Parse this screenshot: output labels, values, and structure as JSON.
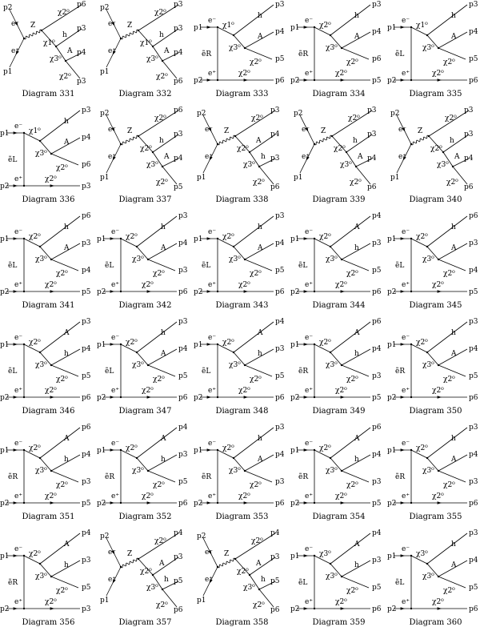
{
  "diagrams": [
    {
      "label": "Diagram 331",
      "topo": "s",
      "fs": [
        "p2",
        "p1",
        "p6",
        "p3",
        "p4",
        "p3"
      ],
      "props": [
        "Z",
        "χ1⁰",
        "χ3⁰",
        "χ2⁰",
        "h",
        "A"
      ],
      "ext": [
        "e⁻",
        "e⁺"
      ]
    },
    {
      "label": "Diagram 332",
      "topo": "s",
      "fs": [
        "p2",
        "p1",
        "p3",
        "p3",
        "p4",
        "p6"
      ],
      "props": [
        "Z",
        "χ1⁰",
        "χ3⁰",
        "χ2⁰",
        "h",
        "A"
      ],
      "ext": [
        "e⁻",
        "e⁺"
      ]
    },
    {
      "label": "Diagram 333",
      "topo": "t",
      "fs": [
        "p1",
        "p2",
        "p3",
        "p4",
        "p5",
        "p6"
      ],
      "props": [
        "ẽR",
        "χ1⁰",
        "χ3⁰",
        "χ2⁰",
        "h",
        "A"
      ],
      "ext": [
        "e⁻",
        "e⁺"
      ]
    },
    {
      "label": "Diagram 334",
      "topo": "t",
      "fs": [
        "p1",
        "p2",
        "p3",
        "p4",
        "p6",
        "p5"
      ],
      "props": [
        "ẽR",
        "χ2⁰",
        "χ3⁰",
        "χ2⁰",
        "h",
        "A"
      ],
      "ext": [
        "e⁻",
        "e⁺"
      ]
    },
    {
      "label": "Diagram 335",
      "topo": "t",
      "fs": [
        "p1",
        "p2",
        "p3",
        "p4",
        "p5",
        "p6"
      ],
      "props": [
        "ẽL",
        "χ1⁰",
        "χ3⁰",
        "χ2⁰",
        "h",
        "A"
      ],
      "ext": [
        "e⁻",
        "e⁺"
      ]
    },
    {
      "label": "Diagram 336",
      "topo": "t",
      "fs": [
        "p1",
        "p2",
        "p3",
        "p4",
        "p6",
        "p3"
      ],
      "props": [
        "ẽL",
        "χ1⁰",
        "χ3⁰",
        "χ2⁰",
        "h",
        "A"
      ],
      "ext": [
        "e⁻",
        "e⁺"
      ]
    },
    {
      "label": "Diagram 337",
      "topo": "s",
      "fs": [
        "p2",
        "p1",
        "p6",
        "p3",
        "p4",
        "p5"
      ],
      "props": [
        "Z",
        "χ2⁰",
        "χ3⁰",
        "χ2⁰",
        "h",
        "A"
      ],
      "ext": [
        "e⁻",
        "e⁺"
      ]
    },
    {
      "label": "Diagram 338",
      "topo": "s",
      "fs": [
        "p2",
        "p1",
        "p3",
        "p4",
        "p3",
        "p6"
      ],
      "props": [
        "Z",
        "χ2⁰",
        "χ3⁰",
        "χ2⁰",
        "A",
        "h"
      ],
      "ext": [
        "e⁻",
        "e⁺"
      ]
    },
    {
      "label": "Diagram 339",
      "topo": "s",
      "fs": [
        "p2",
        "p1",
        "p3",
        "p3",
        "p4",
        "p6"
      ],
      "props": [
        "Z",
        "χ2⁰",
        "χ3⁰",
        "χ2⁰",
        "h",
        "A"
      ],
      "ext": [
        "e⁻",
        "e⁺"
      ]
    },
    {
      "label": "Diagram 340",
      "topo": "s",
      "fs": [
        "p2",
        "p1",
        "p3",
        "p3",
        "p4",
        "p6"
      ],
      "props": [
        "Z",
        "χ2⁰",
        "χ3⁰",
        "χ2⁰",
        "h",
        "A"
      ],
      "ext": [
        "e⁻",
        "e⁺"
      ]
    },
    {
      "label": "Diagram 341",
      "topo": "t",
      "fs": [
        "p1",
        "p2",
        "p6",
        "p3",
        "p4",
        "p5"
      ],
      "props": [
        "ẽL",
        "χ2⁰",
        "χ3⁰",
        "χ2⁰",
        "h",
        "A"
      ],
      "ext": [
        "e⁻",
        "e⁺"
      ]
    },
    {
      "label": "Diagram 342",
      "topo": "t",
      "fs": [
        "p1",
        "p2",
        "p3",
        "p4",
        "p3",
        "p6"
      ],
      "props": [
        "ẽL",
        "χ2⁰",
        "χ3⁰",
        "χ2⁰",
        "h",
        "A"
      ],
      "ext": [
        "e⁻",
        "e⁺"
      ]
    },
    {
      "label": "Diagram 343",
      "topo": "t",
      "fs": [
        "p1",
        "p2",
        "p3",
        "p4",
        "p5",
        "p6"
      ],
      "props": [
        "ẽL",
        "χ2⁰",
        "χ3⁰",
        "χ2⁰",
        "h",
        "A"
      ],
      "ext": [
        "e⁻",
        "e⁺"
      ]
    },
    {
      "label": "Diagram 344",
      "topo": "t",
      "fs": [
        "p1",
        "p2",
        "p4",
        "p3",
        "p5",
        "p6"
      ],
      "props": [
        "ẽL",
        "χ2⁰",
        "χ3⁰",
        "χ2⁰",
        "A",
        "h"
      ],
      "ext": [
        "e⁻",
        "e⁺"
      ]
    },
    {
      "label": "Diagram 345",
      "topo": "t",
      "fs": [
        "p1",
        "p2",
        "p6",
        "p3",
        "p4",
        "p5"
      ],
      "props": [
        "ẽL",
        "χ2⁰",
        "χ3⁰",
        "χ2⁰",
        "h",
        "A"
      ],
      "ext": [
        "e⁻",
        "e⁺"
      ]
    },
    {
      "label": "Diagram 346",
      "topo": "t",
      "fs": [
        "p1",
        "p2",
        "p3",
        "p4",
        "p5",
        "p6"
      ],
      "props": [
        "ẽL",
        "χ2⁰",
        "χ3⁰",
        "χ2⁰",
        "A",
        "h"
      ],
      "ext": [
        "e⁻",
        "e⁺"
      ]
    },
    {
      "label": "Diagram 347",
      "topo": "t",
      "fs": [
        "p1",
        "p2",
        "p3",
        "p4",
        "p5",
        "p6"
      ],
      "props": [
        "ẽL",
        "χ2⁰",
        "χ3⁰",
        "χ2⁰",
        "h",
        "A"
      ],
      "ext": [
        "e⁻",
        "e⁺"
      ]
    },
    {
      "label": "Diagram 348",
      "topo": "t",
      "fs": [
        "p1",
        "p2",
        "p4",
        "p3",
        "p5",
        "p6"
      ],
      "props": [
        "ẽL",
        "χ2⁰",
        "χ3⁰",
        "χ2⁰",
        "A",
        "h"
      ],
      "ext": [
        "e⁻",
        "e⁺"
      ]
    },
    {
      "label": "Diagram 349",
      "topo": "t",
      "fs": [
        "p1",
        "p2",
        "p6",
        "p4",
        "p3",
        "p5"
      ],
      "props": [
        "ẽR",
        "χ2⁰",
        "χ3⁰",
        "χ2⁰",
        "A",
        "h"
      ],
      "ext": [
        "e⁻",
        "e⁺"
      ]
    },
    {
      "label": "Diagram 350",
      "topo": "t",
      "fs": [
        "p1",
        "p2",
        "p3",
        "p4",
        "p5",
        "p6"
      ],
      "props": [
        "ẽR",
        "χ2⁰",
        "χ3⁰",
        "χ2⁰",
        "h",
        "A"
      ],
      "ext": [
        "e⁻",
        "e⁺"
      ]
    },
    {
      "label": "Diagram 351",
      "topo": "t",
      "fs": [
        "p1",
        "p2",
        "p6",
        "p4",
        "p3",
        "p5"
      ],
      "props": [
        "ẽR",
        "χ2⁰",
        "χ3⁰",
        "χ2⁰",
        "A",
        "h"
      ],
      "ext": [
        "e⁻",
        "e⁺"
      ]
    },
    {
      "label": "Diagram 352",
      "topo": "t",
      "fs": [
        "p1",
        "p2",
        "p4",
        "p3",
        "p5",
        "p6"
      ],
      "props": [
        "ẽR",
        "χ2⁰",
        "χ3⁰",
        "χ2⁰",
        "A",
        "h"
      ],
      "ext": [
        "e⁻",
        "e⁺"
      ]
    },
    {
      "label": "Diagram 353",
      "topo": "t",
      "fs": [
        "p1",
        "p2",
        "p3",
        "p4",
        "p3",
        "p6"
      ],
      "props": [
        "ẽR",
        "χ2⁰",
        "χ3⁰",
        "χ2⁰",
        "h",
        "A"
      ],
      "ext": [
        "e⁻",
        "e⁺"
      ]
    },
    {
      "label": "Diagram 354",
      "topo": "t",
      "fs": [
        "p1",
        "p2",
        "p6",
        "p4",
        "p3",
        "p5"
      ],
      "props": [
        "ẽR",
        "χ2⁰",
        "χ3⁰",
        "χ2⁰",
        "A",
        "h"
      ],
      "ext": [
        "e⁻",
        "e⁺"
      ]
    },
    {
      "label": "Diagram 355",
      "topo": "t",
      "fs": [
        "p1",
        "p2",
        "p3",
        "p4",
        "p3",
        "p6"
      ],
      "props": [
        "ẽR",
        "χ2⁰",
        "χ3⁰",
        "χ2⁰",
        "h",
        "A"
      ],
      "ext": [
        "e⁻",
        "e⁺"
      ]
    },
    {
      "label": "Diagram 356",
      "topo": "t",
      "fs": [
        "p1",
        "p2",
        "p4",
        "p3",
        "p5",
        "p3"
      ],
      "props": [
        "ẽR",
        "χ2⁰",
        "χ3⁰",
        "χ2⁰",
        "A",
        "h"
      ],
      "ext": [
        "e⁻",
        "e⁺"
      ]
    },
    {
      "label": "Diagram 357",
      "topo": "s",
      "fs": [
        "p2",
        "p1",
        "p4",
        "p3",
        "p5",
        "p6"
      ],
      "props": [
        "Z",
        "χ2⁰",
        "χ3⁰",
        "χ2⁰",
        "A",
        "h"
      ],
      "ext": [
        "e⁻",
        "e⁺"
      ]
    },
    {
      "label": "Diagram 358",
      "topo": "s",
      "fs": [
        "p2",
        "p1",
        "p4",
        "p3",
        "p5",
        "p6"
      ],
      "props": [
        "Z",
        "χ2⁰",
        "χ3⁰",
        "χ2⁰",
        "A",
        "h"
      ],
      "ext": [
        "e⁻",
        "e⁺"
      ]
    },
    {
      "label": "Diagram 359",
      "topo": "t",
      "fs": [
        "p1",
        "p2",
        "p4",
        "p3",
        "p5",
        "p6"
      ],
      "props": [
        "ẽL",
        "χ3⁰",
        "χ3⁰",
        "χ2⁰",
        "A",
        "h"
      ],
      "ext": [
        "e⁻",
        "e⁺"
      ]
    },
    {
      "label": "Diagram 360",
      "topo": "t",
      "fs": [
        "p1",
        "p2",
        "p3",
        "p4",
        "p5",
        "p6"
      ],
      "props": [
        "ẽL",
        "χ3⁰",
        "χ3⁰",
        "χ2⁰",
        "h",
        "A"
      ],
      "ext": [
        "e⁻",
        "e⁺"
      ]
    }
  ]
}
